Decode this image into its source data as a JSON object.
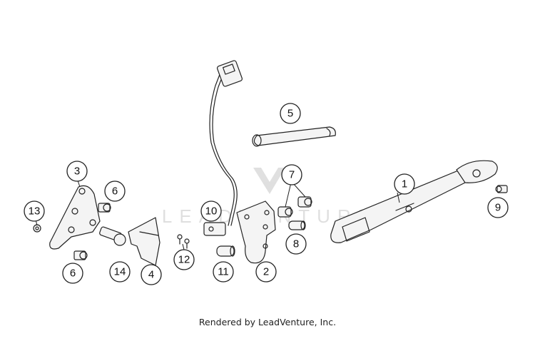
{
  "watermark": {
    "text": "LEADVENTURE"
  },
  "callouts": {
    "c1": "1",
    "c2": "2",
    "c3": "3",
    "c4": "4",
    "c5": "5",
    "c6a": "6",
    "c6b": "6",
    "c7": "7",
    "c8": "8",
    "c9": "9",
    "c10": "10",
    "c11": "11",
    "c12": "12",
    "c13": "13",
    "c14": "14"
  },
  "footer": {
    "credit": "Rendered by LeadVenture, Inc."
  }
}
